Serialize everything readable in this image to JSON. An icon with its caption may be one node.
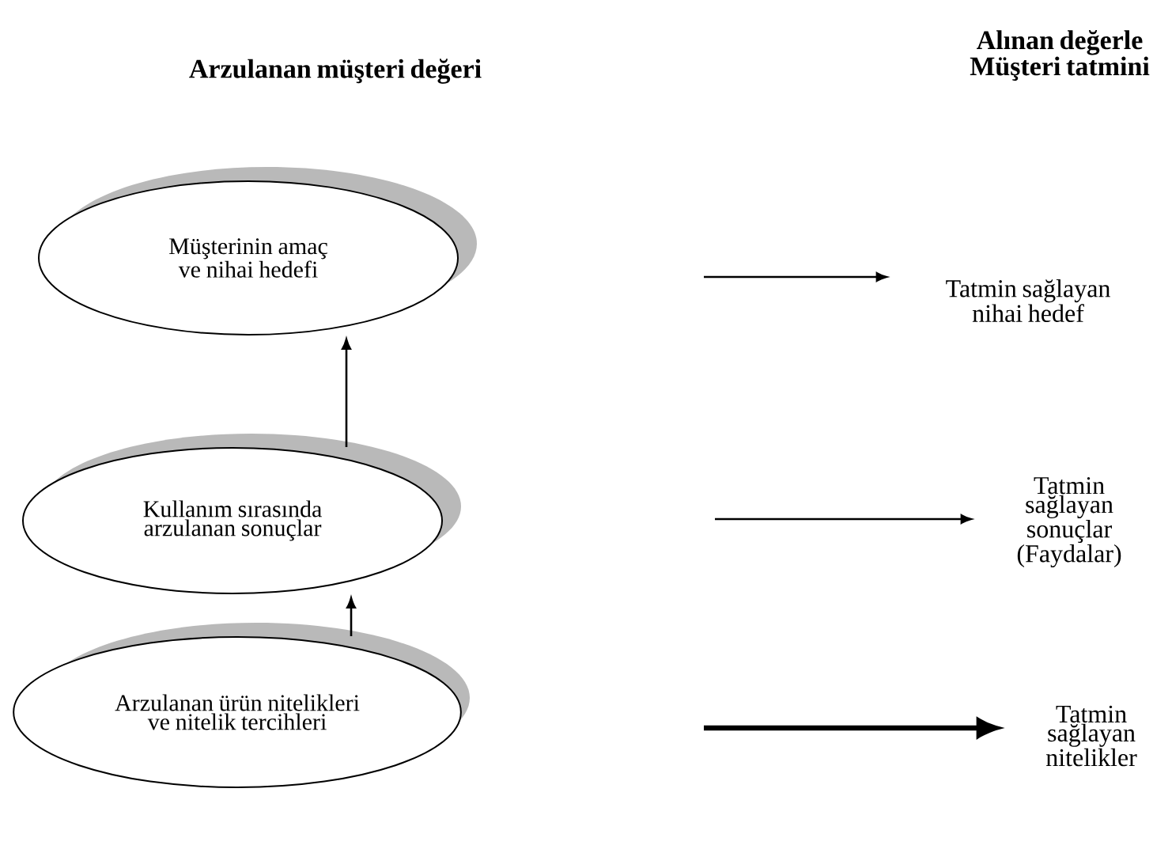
{
  "diagram": {
    "nodes": [
      {
        "text": [
          "Müşterinin amaç ve nihai hedefi"
        ]
      },
      {
        "text": [
          "Kullanım sırasında arzulanan sonuçlar"
        ]
      },
      {
        "text": [
          "Arzulanan ürün nitelikleri ve nitelik tercihleri"
        ]
      },
      {
        "text": [
          "Tatmin sağlayan nihai hedef"
        ]
      },
      {
        "text": [
          "Tatmin sağlayan sonuçlar (Faydalar)"
        ]
      },
      {
        "text": [
          "Tatmin sağlayan nitelikler"
        ]
      }
    ],
    "edges": [
      {
        "from": 2,
        "to": 1,
        "arrow": "to"
      },
      {
        "from": 1,
        "to": 0,
        "arrow": "to"
      },
      {
        "from": null,
        "to": 3,
        "arrow": "to"
      },
      {
        "from": null,
        "to": 4,
        "arrow": "to"
      },
      {
        "from": null,
        "to": 5,
        "arrow": "to",
        "style": "thick"
      }
    ],
    "labels": [
      "Arzulanan müşteri değeri",
      "Alınan değerle Müşteri tatmini"
    ]
  }
}
